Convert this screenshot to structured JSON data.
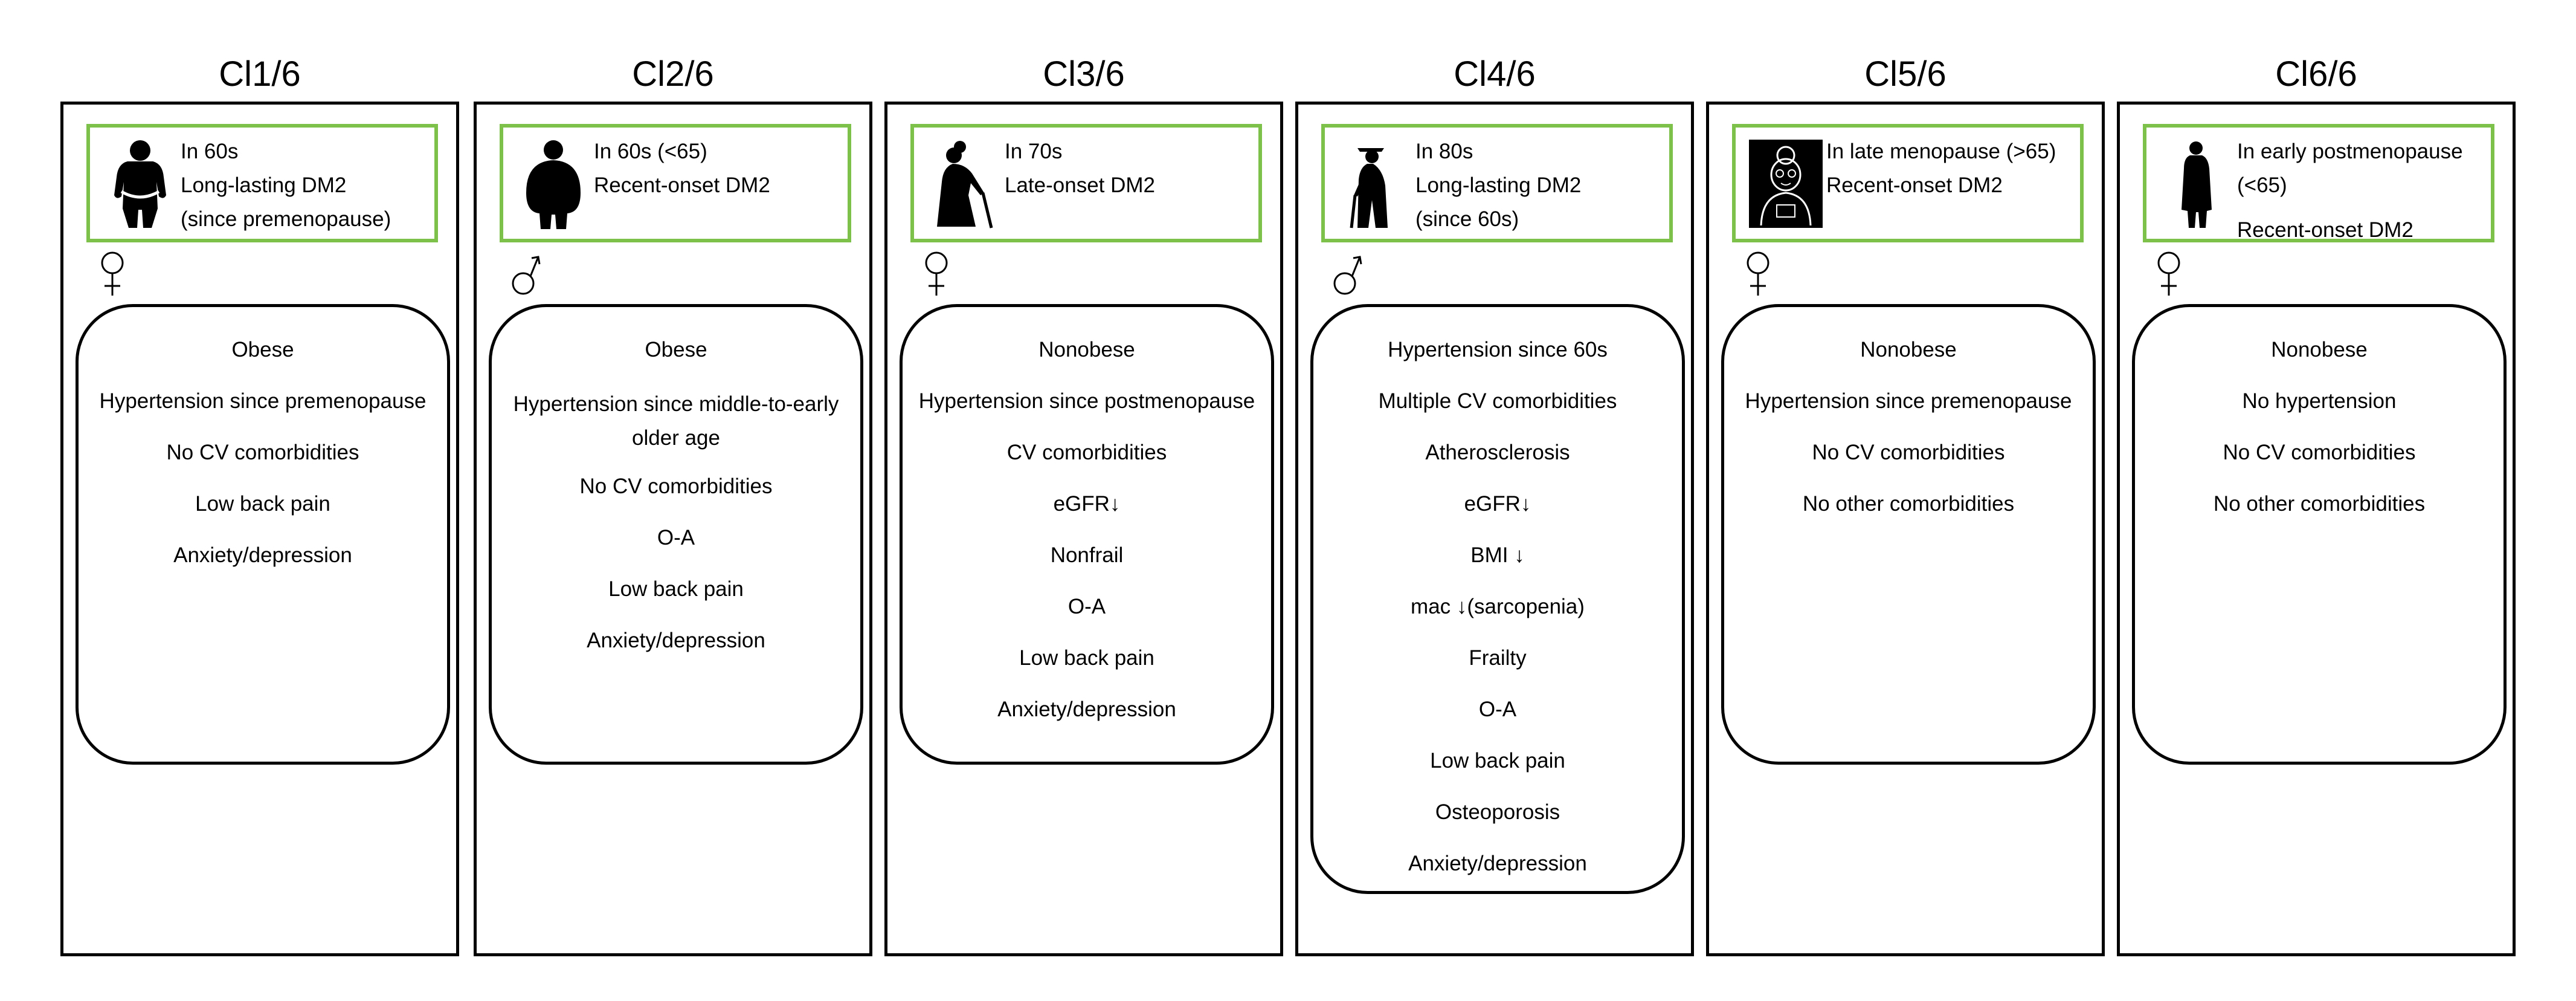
{
  "colors": {
    "profile_border": "#7dc04a",
    "panel_border": "#000000",
    "text": "#000000"
  },
  "clusters": [
    {
      "title": "Cl1/6",
      "icon": "obese-woman-icon",
      "sex": "female",
      "profile": [
        "In 60s",
        "Long-lasting DM2",
        "(since premenopause)"
      ],
      "traits": [
        "Obese",
        "Hypertension since premenopause",
        "No CV comorbidities",
        "Low back pain",
        "Anxiety/depression"
      ]
    },
    {
      "title": "Cl2/6",
      "icon": "obese-man-icon",
      "sex": "male",
      "profile": [
        "In 60s (<65)",
        "Recent-onset DM2"
      ],
      "traits": [
        "Obese",
        "Hypertension since middle-to-early older age",
        "No CV comorbidities",
        "O-A",
        "Low back pain",
        "Anxiety/depression"
      ]
    },
    {
      "title": "Cl3/6",
      "icon": "elderly-woman-cane-icon",
      "sex": "female",
      "profile": [
        "In 70s",
        "Late-onset DM2"
      ],
      "traits": [
        "Nonobese",
        "Hypertension since postmenopause",
        "CV comorbidities",
        "eGFR↓",
        "Nonfrail",
        "O-A",
        "Low back pain",
        "Anxiety/depression"
      ]
    },
    {
      "title": "Cl4/6",
      "icon": "elderly-man-cane-icon",
      "sex": "male",
      "profile": [
        "In 80s",
        "Long-lasting DM2",
        "(since 60s)"
      ],
      "traits": [
        "Hypertension since 60s",
        "Multiple CV comorbidities",
        "Atherosclerosis",
        "eGFR↓",
        "BMI ↓",
        "mac ↓(sarcopenia)",
        "Frailty",
        "O-A",
        "Low back pain",
        "Osteoporosis",
        "Anxiety/depression"
      ]
    },
    {
      "title": "Cl5/6",
      "icon": "grandmother-portrait-icon",
      "sex": "female",
      "profile": [
        "In late menopause (>65)",
        "Recent-onset DM2"
      ],
      "traits": [
        "Nonobese",
        "Hypertension since premenopause",
        "No CV comorbidities",
        "No other comorbidities"
      ]
    },
    {
      "title": "Cl6/6",
      "icon": "standing-woman-icon",
      "sex": "female",
      "profile": [
        "In early postmenopause",
        "(<65)",
        "Recent-onset DM2"
      ],
      "traits": [
        "Nonobese",
        "No hypertension",
        "No CV comorbidities",
        "No other comorbidities"
      ]
    }
  ]
}
